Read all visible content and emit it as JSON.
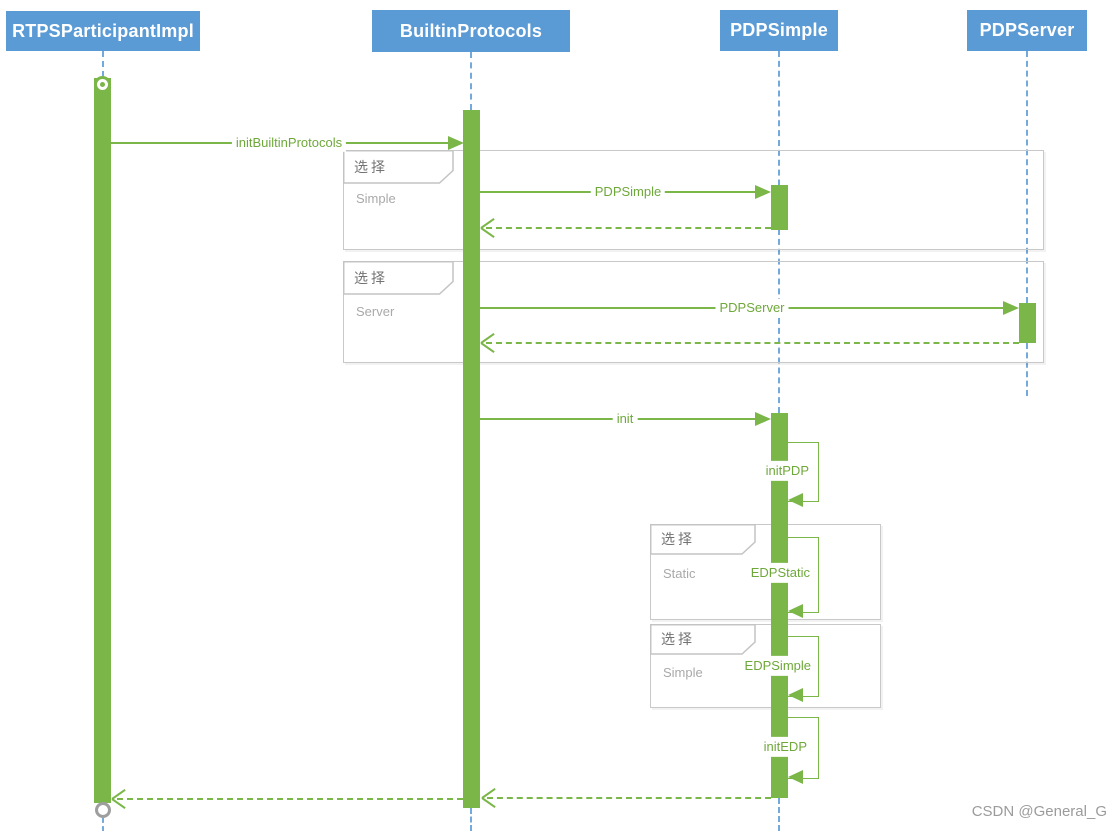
{
  "diagram": {
    "type": "uml-sequence-diagram",
    "participants": [
      {
        "name": "RTPSParticipantImpl"
      },
      {
        "name": "BuiltinProtocols"
      },
      {
        "name": "PDPSimple"
      },
      {
        "name": "PDPServer"
      }
    ],
    "messages": [
      {
        "label": "initBuiltinProtocols",
        "from": "RTPSParticipantImpl",
        "to": "BuiltinProtocols",
        "type": "sync"
      },
      {
        "label": "PDPSimple",
        "from": "BuiltinProtocols",
        "to": "PDPSimple",
        "type": "sync"
      },
      {
        "label": "PDPServer",
        "from": "BuiltinProtocols",
        "to": "PDPServer",
        "type": "sync"
      },
      {
        "label": "init",
        "from": "BuiltinProtocols",
        "to": "PDPSimple",
        "type": "sync"
      },
      {
        "label": "initPDP",
        "from": "PDPSimple",
        "to": "PDPSimple",
        "type": "self"
      },
      {
        "label": "EDPStatic",
        "from": "PDPSimple",
        "to": "PDPSimple",
        "type": "self"
      },
      {
        "label": "EDPSimple",
        "from": "PDPSimple",
        "to": "PDPSimple",
        "type": "self"
      },
      {
        "label": "initEDP",
        "from": "PDPSimple",
        "to": "PDPSimple",
        "type": "self"
      }
    ],
    "returns": [
      {
        "from": "PDPSimple",
        "to": "BuiltinProtocols",
        "after": "PDPSimple"
      },
      {
        "from": "PDPServer",
        "to": "BuiltinProtocols",
        "after": "PDPServer"
      },
      {
        "from": "PDPSimple",
        "to": "BuiltinProtocols",
        "after": "initEDP"
      },
      {
        "from": "BuiltinProtocols",
        "to": "RTPSParticipantImpl",
        "after": "initBuiltinProtocols"
      }
    ],
    "fragments": [
      {
        "operator": "选择",
        "guard": "Simple"
      },
      {
        "operator": "选择",
        "guard": "Server"
      },
      {
        "operator": "选择",
        "guard": "Static"
      },
      {
        "operator": "选择",
        "guard": "Simple"
      }
    ],
    "colors": {
      "header_blue": "#5b9bd5",
      "accent_green": "#7ab648",
      "message_text_green": "#6fa83a",
      "lifeline_blue": "#74a9dc",
      "fragment_border_gray": "#c8c8c8",
      "operator_gray": "#737373",
      "guard_gray": "#a9a9a9",
      "watermark_gray": "#9b9b9b"
    },
    "watermark": "CSDN @General_G"
  }
}
